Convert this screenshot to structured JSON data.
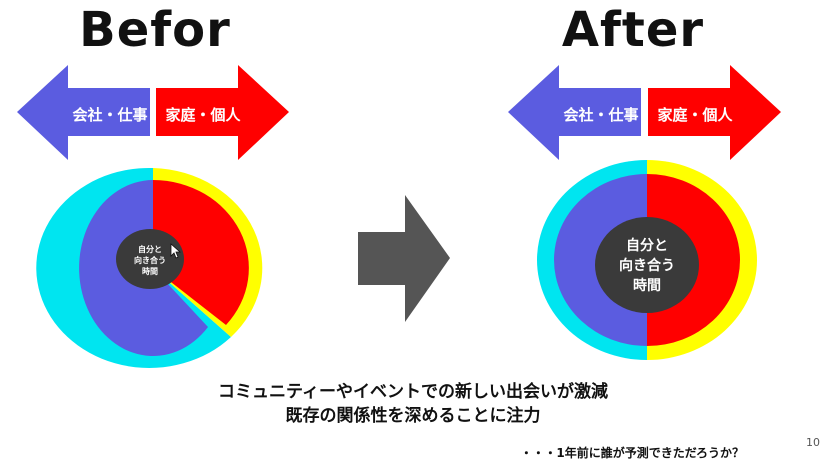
{
  "slide": {
    "before_title": "Befor",
    "after_title": "After",
    "caption_line1": "コミュニティーやイベントでの新しい出会いが激減",
    "caption_line2": "既存の関係性を深めることに注力",
    "footnote": "・・・1年前に誰が予測できただろうか？",
    "page_number": "10"
  },
  "arrows": {
    "left_label": "会社・仕事",
    "right_label": "家庭・個人"
  },
  "center_label": {
    "line1": "自分と",
    "line2": "向き合う",
    "line3": "時間"
  },
  "colors": {
    "work_inner": "#5b5ce0",
    "work_outer": "#00e5f0",
    "home_inner": "#ff0000",
    "home_outer": "#ffff00",
    "center": "#3a3a3a",
    "transition_arrow": "#555555"
  },
  "icons": {
    "cursor": "mouse-cursor-icon",
    "transition": "right-arrow-icon"
  }
}
